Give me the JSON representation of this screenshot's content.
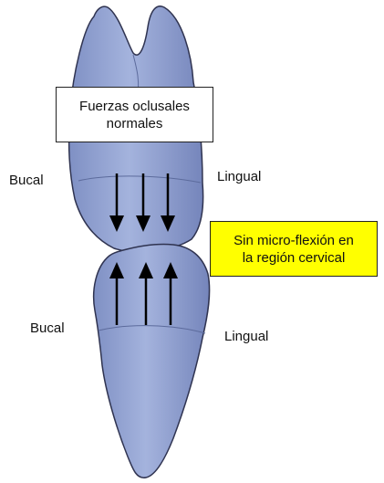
{
  "labels": {
    "forces_line1": "Fuerzas oclusales",
    "forces_line2": "normales",
    "bucal_upper": "Bucal",
    "lingual_upper": "Lingual",
    "note_line1": "Sin micro-flexión en",
    "note_line2": "la región cervical",
    "bucal_lower": "Bucal",
    "lingual_lower": "Lingual"
  },
  "colors": {
    "tooth_fill": "#8e9fcf",
    "tooth_shade": "#6d7fb4",
    "tooth_outline": "#2f3350",
    "note_background": "#ffff00",
    "arrow": "#000000"
  }
}
